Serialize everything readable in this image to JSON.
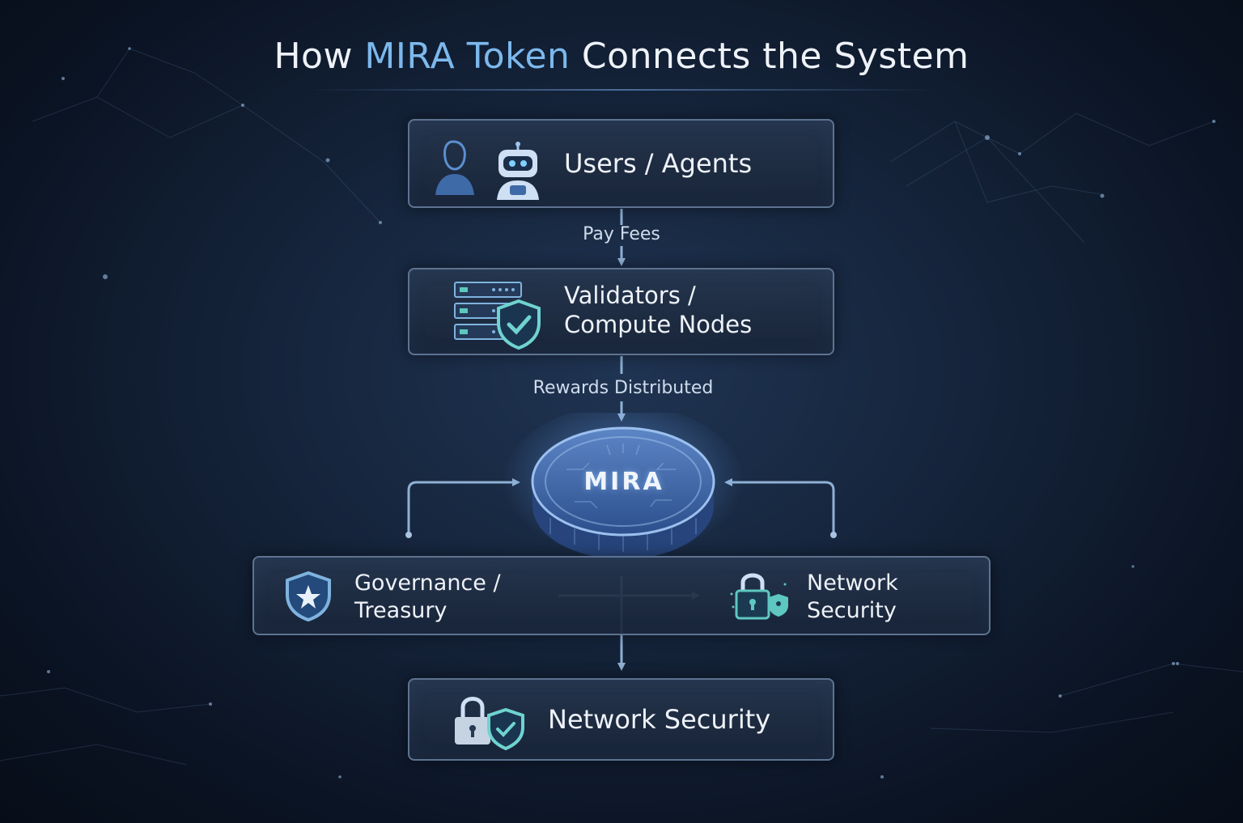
{
  "title": {
    "prefix": "How ",
    "highlight": "MIRA Token",
    "suffix": " Connects the System"
  },
  "nodes": {
    "users": {
      "label": "Users / Agents",
      "icons": [
        "user-silhouette-icon",
        "robot-icon"
      ]
    },
    "validators": {
      "label_line1": "Validators /",
      "label_line2": "Compute Nodes",
      "icons": [
        "server-rack-icon",
        "shield-check-icon"
      ]
    },
    "governance": {
      "label_line1": "Governance /",
      "label_line2": "Treasury",
      "icons": [
        "shield-star-icon"
      ]
    },
    "network_right": {
      "label_line1": "Network",
      "label_line2": "Security",
      "icons": [
        "padlock-icon",
        "lock-shield-icon"
      ]
    },
    "network_bottom": {
      "label": "Network Security",
      "icons": [
        "padlock-icon",
        "shield-check-icon"
      ]
    }
  },
  "flows": {
    "pay_fees": "Pay Fees",
    "rewards": "Rewards Distributed"
  },
  "token": {
    "label": "MIRA"
  },
  "colors": {
    "accent": "#7cb8ec",
    "arrow": "#8fb0d4",
    "box_border": "#5d7390",
    "teal_icon": "#5ec8c0",
    "coin": "#3a5f9c"
  }
}
